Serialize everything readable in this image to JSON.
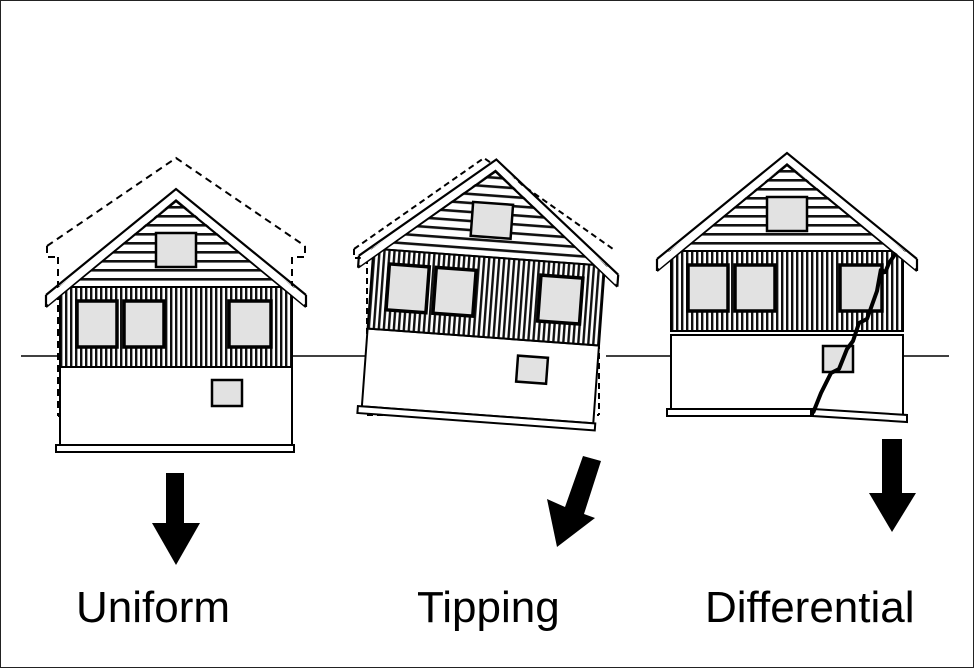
{
  "diagram": {
    "subject": "House foundation settlement types",
    "colors": {
      "background": "#ffffff",
      "line": "#000000",
      "window_fill": "#e2e2e2",
      "border": "#222222"
    },
    "ground_line": {
      "present": true
    },
    "panels": [
      {
        "id": "uniform",
        "label": "Uniform",
        "arrow_direction": "down",
        "original_position_outline": "dashed",
        "house_shift": "entire house sinks evenly"
      },
      {
        "id": "tipping",
        "label": "Tipping",
        "arrow_direction": "down-left",
        "original_position_outline": "dashed",
        "house_shift": "house tilts as a whole"
      },
      {
        "id": "differential",
        "label": "Differential",
        "arrow_direction": "down",
        "original_position_outline": "none",
        "house_shift": "one side sinks, causing a crack through the wall"
      }
    ]
  }
}
